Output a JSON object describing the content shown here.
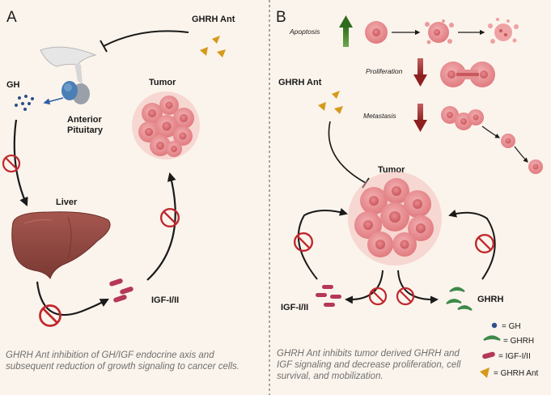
{
  "panel_a": {
    "letter": "A",
    "ghrh_ant_label": "GHRH Ant",
    "gh_label": "GH",
    "pituitary_label_1": "Anterior",
    "pituitary_label_2": "Pituitary",
    "tumor_label": "Tumor",
    "liver_label": "Liver",
    "igf_label": "IGF-I/II",
    "caption": "GHRH Ant inhibition of GH/IGF endocrine axis and subsequent reduction of growth signaling to cancer cells."
  },
  "panel_b": {
    "letter": "B",
    "apoptosis_label": "Apoptosis",
    "proliferation_label": "Proliferation",
    "metastasis_label": "Metastasis",
    "ghrh_ant_label": "GHRH Ant",
    "tumor_label": "Tumor",
    "igf_label": "IGF-I/II",
    "ghrh_label": "GHRH",
    "caption": "GHRH Ant inhibits tumor derived GHRH and IGF signaling and decrease proliferation, cell survival, and mobilization."
  },
  "legend": {
    "gh": "= GH",
    "ghrh": "= GHRH",
    "igf": "= IGF-I/II",
    "ghrh_ant": "= GHRH Ant"
  },
  "colors": {
    "background": "#fbf4ec",
    "inhibit_red": "#c0272d",
    "up_green": "#3f7d2a",
    "down_red": "#a52a2a",
    "cell_pink": "#e8868a",
    "ghrh_ant_gold": "#d59a1a",
    "igf_maroon": "#b5375a",
    "ghrh_green": "#3d8a4a",
    "gh_blue": "#2d4f8a"
  }
}
